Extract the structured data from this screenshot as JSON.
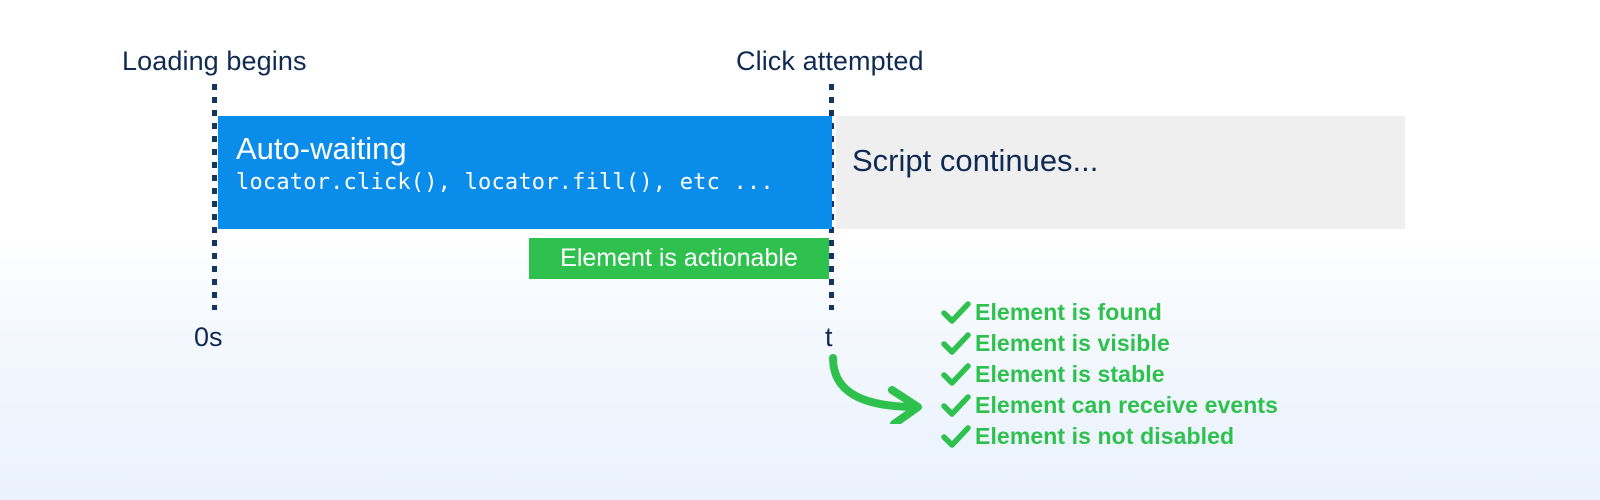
{
  "colors": {
    "navy_text": "#102a53",
    "blue_bar": "#0a8cea",
    "gray_bar": "#efeff0",
    "green": "#2ec14e",
    "background_top": "#ffffff",
    "background_bottom": "#eaf2fd"
  },
  "annotations": {
    "start_label": "Loading begins",
    "click_label": "Click attempted"
  },
  "timeline": {
    "auto_waiting": {
      "title": "Auto-waiting",
      "subtitle": "locator.click(), locator.fill(), etc ..."
    },
    "script_continues": {
      "title": "Script continues..."
    },
    "actionable_badge": "Element is actionable",
    "ticks": {
      "start": "0s",
      "end": "t"
    }
  },
  "checklist": {
    "icon": "check-icon",
    "items": [
      {
        "label": "Element is found"
      },
      {
        "label": "Element is visible"
      },
      {
        "label": "Element is stable"
      },
      {
        "label": "Element can receive events"
      },
      {
        "label": "Element is not disabled"
      }
    ]
  }
}
